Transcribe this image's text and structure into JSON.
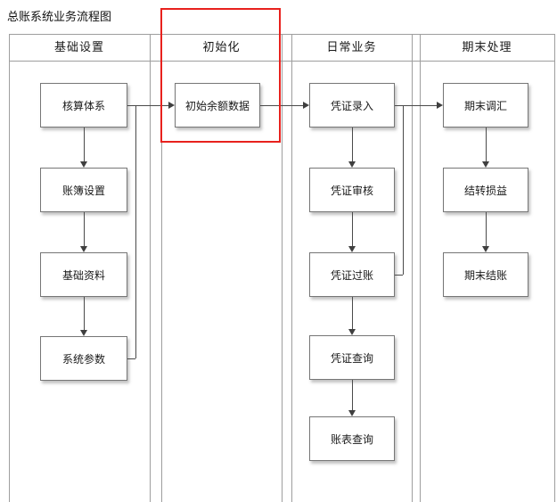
{
  "title": "总账系统业务流程图",
  "lanes": [
    {
      "label": "基础设置",
      "boxes": [
        "核算体系",
        "账簿设置",
        "基础资料",
        "系统参数"
      ]
    },
    {
      "label": "初始化",
      "boxes": [
        "初始余额数据"
      ]
    },
    {
      "label": "日常业务",
      "boxes": [
        "凭证录入",
        "凭证审核",
        "凭证过账",
        "凭证查询",
        "账表查询"
      ]
    },
    {
      "label": "期末处理",
      "boxes": [
        "期末调汇",
        "结转损益",
        "期末结账"
      ]
    }
  ],
  "highlight": {
    "target_lane": "初始化",
    "color": "#e8211d"
  }
}
